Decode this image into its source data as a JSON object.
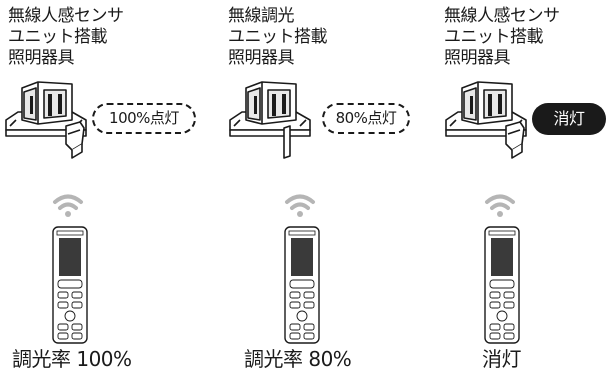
{
  "columns": [
    {
      "title_lines": [
        "無線人感センサ",
        "ユニット搭載",
        "照明器具"
      ],
      "status": "100%点灯",
      "status_style": "dashed",
      "caption": "調光率 100%"
    },
    {
      "title_lines": [
        "無線調光",
        "ユニット搭載",
        "照明器具"
      ],
      "status": "80%点灯",
      "status_style": "dashed",
      "caption": "調光率 80%"
    },
    {
      "title_lines": [
        "無線人感センサ",
        "ユニット搭載",
        "照明器具"
      ],
      "status": "消灯",
      "status_style": "solid",
      "caption": "消灯"
    }
  ],
  "colors": {
    "ink": "#1a1a1a",
    "signal": "#b5b5b5",
    "screen": "#3a3a3a"
  },
  "icons": [
    "light-fixture-icon",
    "wireless-signal-icon",
    "remote-control-icon"
  ]
}
